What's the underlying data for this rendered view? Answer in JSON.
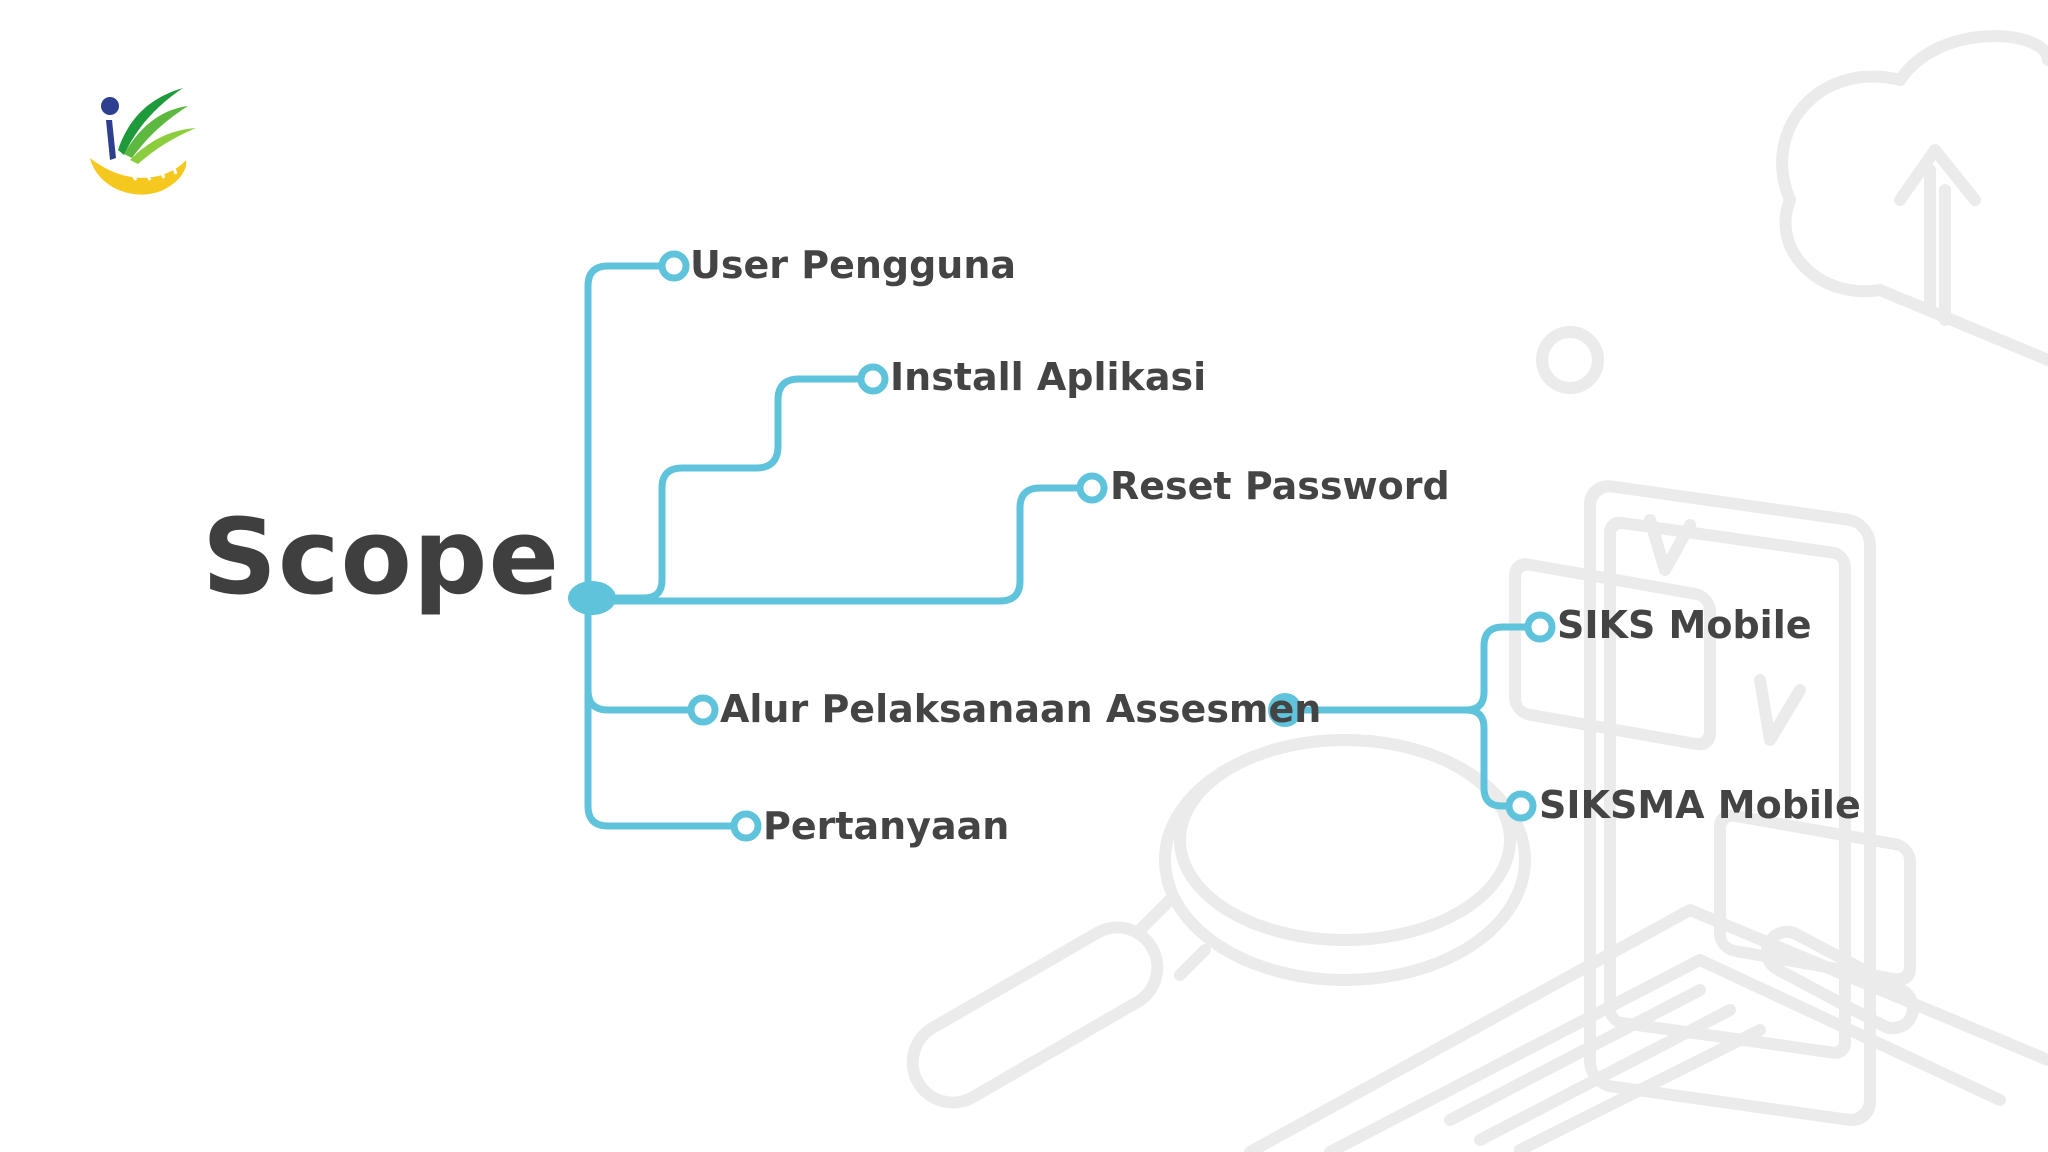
{
  "title": "Scope",
  "colors": {
    "line": "#5fc3dc",
    "text": "#444444",
    "title": "#3f3f3f",
    "watermark": "#e9e9e9"
  },
  "icons": [
    "ministry-logo",
    "cloud-upload-icon",
    "phone-chat-icon",
    "magnifier-icon",
    "document-icon"
  ],
  "branches": [
    {
      "label": "User Pengguna"
    },
    {
      "label": "Install Aplikasi"
    },
    {
      "label": "Reset Password"
    },
    {
      "label": "Alur Pelaksanaan Assesmen",
      "children": [
        {
          "label": "SIKS Mobile"
        },
        {
          "label": "SIKSMA Mobile"
        }
      ]
    },
    {
      "label": "Pertanyaan"
    }
  ]
}
